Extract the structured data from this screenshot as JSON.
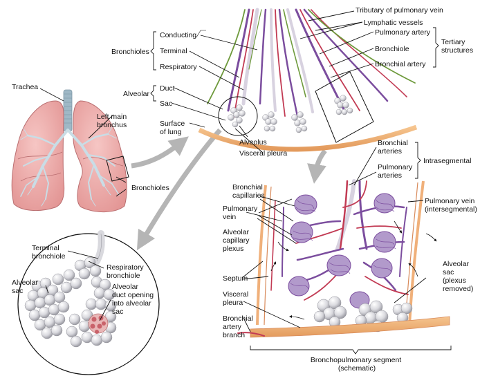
{
  "labels": {
    "trachea": "Trachea",
    "left_main_bronchus": [
      "Left main",
      "bronchus"
    ],
    "bronchioles_lung": "Bronchioles",
    "bronchioles_group": "Bronchioles",
    "conducting": "Conducting",
    "terminal": "Terminal",
    "respiratory": "Respiratory",
    "alveolar_group": "Alveolar",
    "duct": "Duct",
    "sac": "Sac",
    "surface_of_lung": [
      "Surface",
      "of lung"
    ],
    "alveolus": "Alveolus",
    "visceral_pleura_top": "Visceral pleura",
    "tributary_pulmonary_vein": "Tributary of pulmonary vein",
    "lymphatic_vessels": "Lymphatic vessels",
    "pulmonary_artery_top": "Pulmonary artery",
    "bronchiole_top": "Bronchiole",
    "bronchial_artery_top": "Bronchial artery",
    "tertiary_structures": [
      "Tertiary",
      "structures"
    ],
    "bronchial_arteries": [
      "Bronchial",
      "arteries"
    ],
    "pulmonary_arteries": [
      "Pulmonary",
      "arteries"
    ],
    "intrasegmental": "Intrasegmental",
    "bronchial_capillaries": [
      "Bronchial",
      "capillaries"
    ],
    "pulmonary_vein_left": [
      "Pulmonary",
      "vein"
    ],
    "alveolar_capillary_plexus": [
      "Alveolar",
      "capillary",
      "plexus"
    ],
    "pulmonary_vein_intersegmental": [
      "Pulmonary vein",
      "(intersegmental)"
    ],
    "alveolar_sac_plexus_removed": [
      "Alveolar",
      "sac",
      "(plexus",
      "removed)"
    ],
    "septum": "Septum",
    "visceral_pleura_bottom": [
      "Visceral",
      "pleura"
    ],
    "bronchial_artery_branch": [
      "Bronchial",
      "artery",
      "branch"
    ],
    "bronchopulmonary_segment": [
      "Bronchopulmonary segment",
      "(schematic)"
    ],
    "terminal_bronchiole_circle": [
      "Terminal",
      "bronchiole"
    ],
    "respiratory_bronchiole_circle": [
      "Respiratory",
      "bronchiole"
    ],
    "alveolar_sac_circle": [
      "Alveolar",
      "sac"
    ],
    "alveolar_duct_opening": [
      "Alveolar",
      "duct opening",
      "into alveolar",
      "sac"
    ]
  },
  "colors": {
    "lung_fill": "#e8a3a3",
    "lung_edge": "#b96e70",
    "bronchial_tree": "#c9dde6",
    "trachea": "#9fb8c6",
    "pulmonary_vein": "#7b4d9e",
    "pulmonary_artery": "#c23b54",
    "lymphatic": "#6e9a3c",
    "pleura": "#f0b07a",
    "alveoli": "#d9d9de",
    "arrow": "#b5b5b5"
  }
}
